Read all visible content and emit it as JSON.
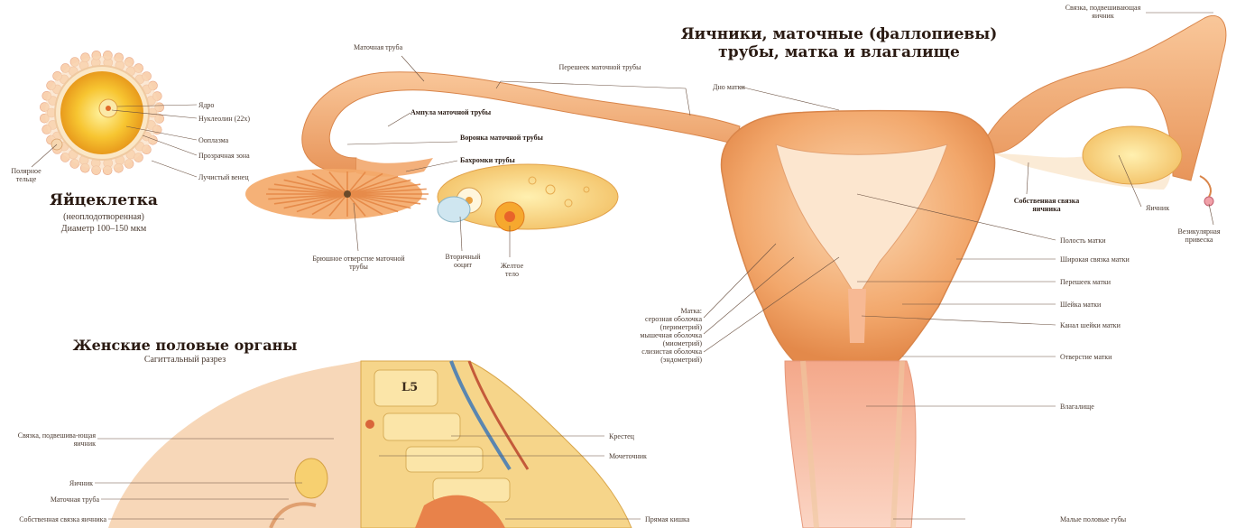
{
  "main_title_line1": "Яичники, маточные (фаллопиевы)",
  "main_title_line2": "трубы, матка и влагалище",
  "egg": {
    "title": "Яйцеклетка",
    "subtitle": "(неоплодотворенная)",
    "diameter": "Диаметр 100–150 мкм",
    "labels": {
      "nucleus": "Ядро",
      "nucleolus": "Нуклеолин (22х)",
      "ooplasm": "Ооплазма",
      "zona": "Прозрачная зона",
      "polar": "Полярное тельце",
      "corona": "Лучистый венец"
    }
  },
  "tube_labels": {
    "tube": "Маточная труба",
    "isthmus": "Перешеек маточной трубы",
    "fundus": "Дно матки",
    "ampulla": "Ампула маточной трубы",
    "infundibulum": "Воронка маточной трубы",
    "fimbriae": "Бахромки трубы",
    "abdominal_opening": "Брюшное отверстие маточной трубы",
    "secondary_oocyte": "Вторичный ооцит",
    "corpus_luteum": "Желтое тело"
  },
  "right_labels": {
    "suspensory": "Связка, подвешивающая яичник",
    "own_ligament": "Собственная связка яичника",
    "ovary": "Яичник",
    "vesicular": "Везикулярная привеска",
    "cavity": "Полость матки",
    "broad": "Широкая связка матки",
    "isthmus_uterus": "Перешеек матки",
    "cervix": "Шейка матки",
    "canal": "Канал шейки матки",
    "opening": "Отверстие матки",
    "vagina": "Влагалище",
    "labia": "Малые половые губы"
  },
  "uterus_layers": {
    "heading": "Матка:",
    "serous": "серозная оболочка",
    "serous_note": "(периметрий)",
    "muscular": "мышечная оболочка",
    "muscular_note": "(миометрий)",
    "mucous": "слизистая оболочка",
    "mucous_note": "(эндометрий)"
  },
  "sagittal": {
    "title": "Женские половые органы",
    "subtitle": "Сагиттальный разрез",
    "vertebra": "L5",
    "labels": {
      "suspensory": "Связка, подвешива-ющая яичник",
      "ovary": "Яичник",
      "tube": "Маточная труба",
      "own_ligament": "Собственная связка яичника",
      "sacrum": "Крестец",
      "ureter": "Мочеточник",
      "rectum": "Прямая кишка"
    }
  }
}
